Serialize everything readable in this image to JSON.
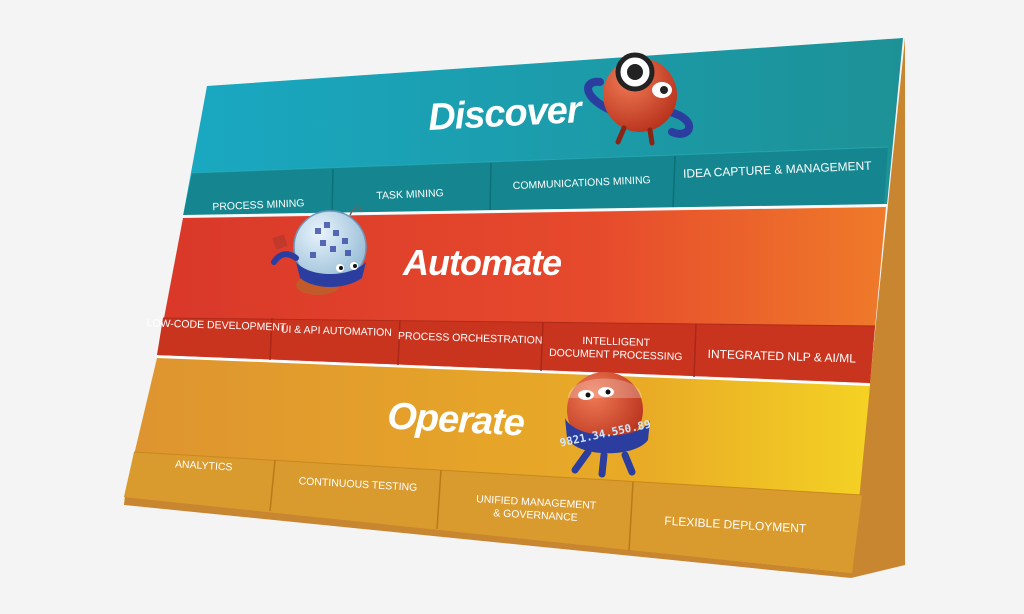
{
  "colors": {
    "background": "#f4f4f4",
    "discover": "#1e9aa6",
    "automate": "#e2452b",
    "operate": "#e8a62a"
  },
  "discover": {
    "title": "Discover",
    "mascot_icon": "magnifier-robot-icon",
    "cells": [
      "PROCESS MINING",
      "TASK MINING",
      "COMMUNICATIONS MINING",
      "IDEA CAPTURE & MANAGEMENT"
    ]
  },
  "automate": {
    "title": "Automate",
    "mascot_icon": "globe-robot-icon",
    "cells": [
      "LOW-CODE DEVELOPMENT",
      "UI & API AUTOMATION",
      "PROCESS ORCHESTRATION",
      "INTELLIGENT",
      "DOCUMENT PROCESSING",
      "INTEGRATED NLP & AI/ML"
    ]
  },
  "operate": {
    "title": "Operate",
    "mascot_icon": "ticker-robot-icon",
    "mascot_ticker": "9821.34.550.89",
    "cells": [
      "ANALYTICS",
      "CONTINUOUS TESTING",
      "UNIFIED MANAGEMENT",
      "& GOVERNANCE",
      "FLEXIBLE DEPLOYMENT"
    ]
  }
}
